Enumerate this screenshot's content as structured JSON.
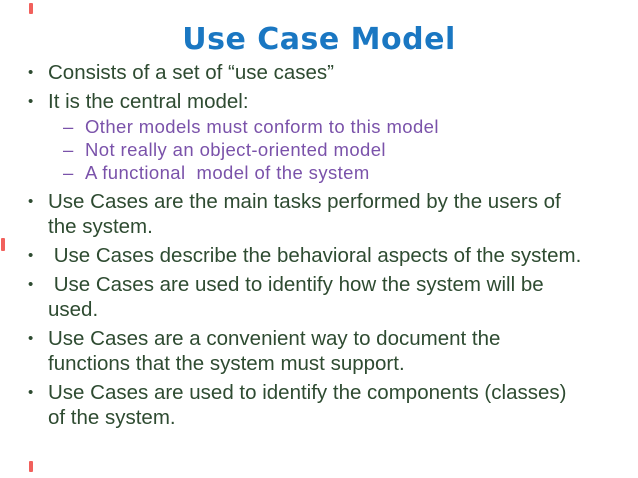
{
  "slide": {
    "title": "Use Case Model",
    "bullet_glyph": "•",
    "sub_glyph": "–",
    "colors": {
      "title": "#1a77c2",
      "body": "#2e4b31",
      "sub": "#7a52aa",
      "mark": "#ed3833"
    },
    "bullets": [
      {
        "text": "Consists of a set of “use cases”"
      },
      {
        "text": "It is the central model:",
        "sub": [
          "Other models must conform to this model",
          "Not really an object-oriented model",
          "A functional  model of the system"
        ]
      },
      {
        "text": "Use Cases are the main tasks performed by the users of\nthe system."
      },
      {
        "text": " Use Cases describe the behavioral aspects of the system."
      },
      {
        "text": " Use Cases are used to identify how the system will be\nused."
      },
      {
        "text": "Use Cases are a convenient way to document the\nfunctions that the system must support."
      },
      {
        "text": "Use Cases are used to identify the components (classes)\nof the system."
      }
    ]
  }
}
